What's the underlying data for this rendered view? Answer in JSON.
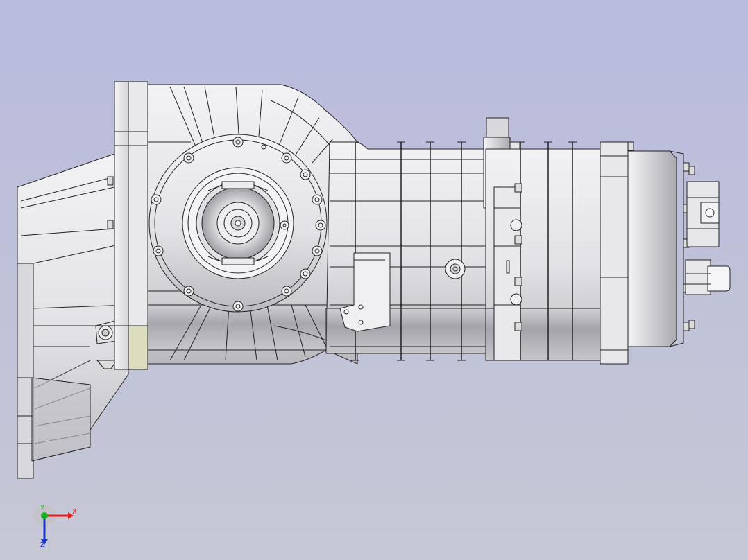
{
  "viewport": {
    "background_top": "#b9bbdf",
    "background_bottom": "#c6c8d6"
  },
  "model": {
    "kind": "cad-assembly",
    "view": "front-orthographic",
    "render_style": "shaded-with-edges",
    "body_color": "#e6e6ea",
    "edge_color": "#222222"
  },
  "triad": {
    "x_label": "X",
    "y_label": "Y",
    "z_label": "Z",
    "x_color": "#e21b1b",
    "y_color": "#17b324",
    "z_color": "#1a33c9"
  }
}
